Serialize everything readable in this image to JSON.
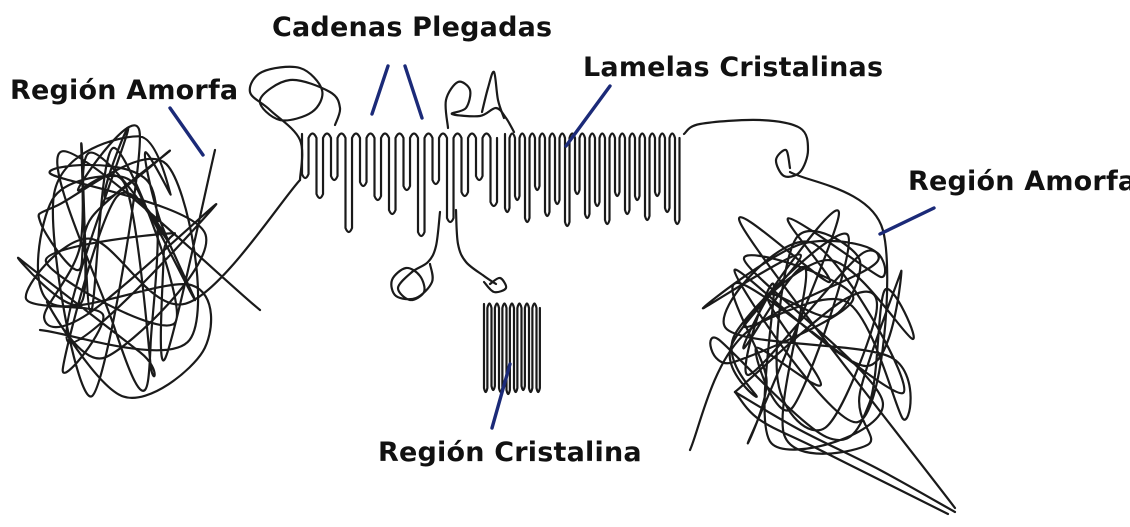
{
  "labels": {
    "amorphous_left": "Región Amorfa",
    "folded_chains": "Cadenas Plegadas",
    "crystalline_lamellae": "Lamelas Cristalinas",
    "amorphous_right": "Región Amorfa",
    "crystalline_region": "Región Cristalina"
  },
  "colors": {
    "chain": "#1a1a1a",
    "pointer": "#1b2a78",
    "background": "#ffffff"
  }
}
